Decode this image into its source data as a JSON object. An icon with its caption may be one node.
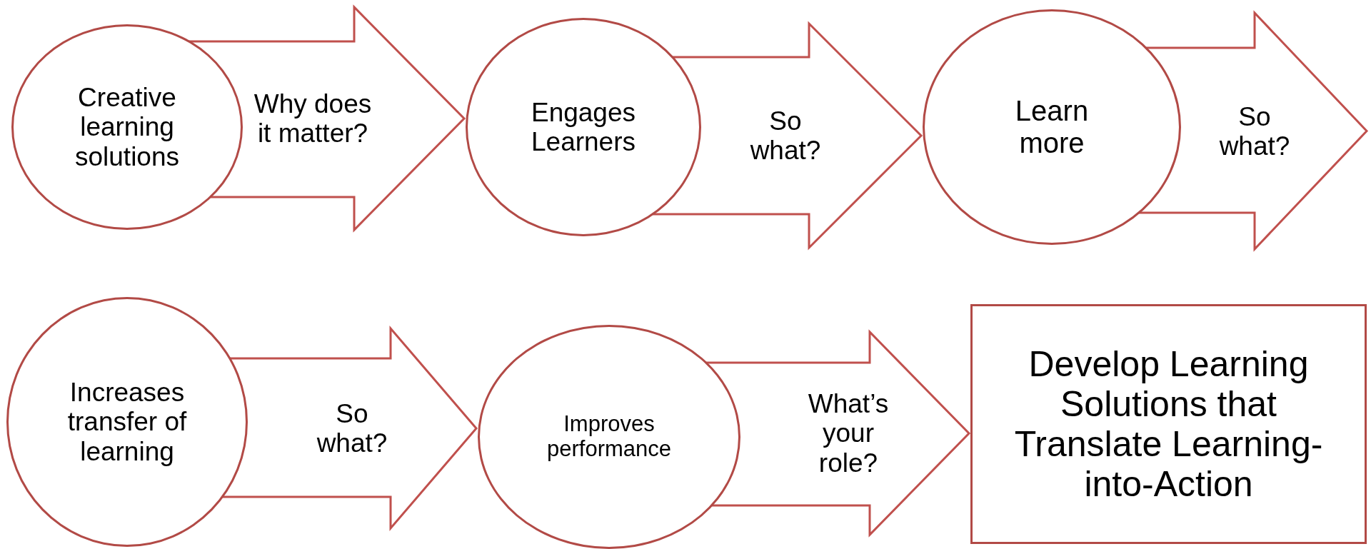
{
  "diagram": {
    "nodes": [
      {
        "text": [
          "Creative learning solutions"
        ]
      },
      {
        "text": [
          "Engages Learners"
        ]
      },
      {
        "text": [
          "Learn more"
        ]
      },
      {
        "text": [
          "Increases transfer of learning"
        ]
      },
      {
        "text": [
          "Improves performance"
        ]
      },
      {
        "text": [
          "Develop Learning Solutions that Translate Learning-into-Action"
        ]
      }
    ],
    "edges": [
      {
        "from": 0,
        "to": 1,
        "arrow": "to",
        "label": "Why does it matter?"
      },
      {
        "from": 1,
        "to": 2,
        "arrow": "to",
        "label": "So what?"
      },
      {
        "from": 2,
        "to": null,
        "arrow": "to",
        "label": "So what?"
      },
      {
        "from": 3,
        "to": 4,
        "arrow": "to",
        "label": "So what?"
      },
      {
        "from": 4,
        "to": 5,
        "arrow": "to",
        "label": "What’s your role?"
      }
    ]
  }
}
